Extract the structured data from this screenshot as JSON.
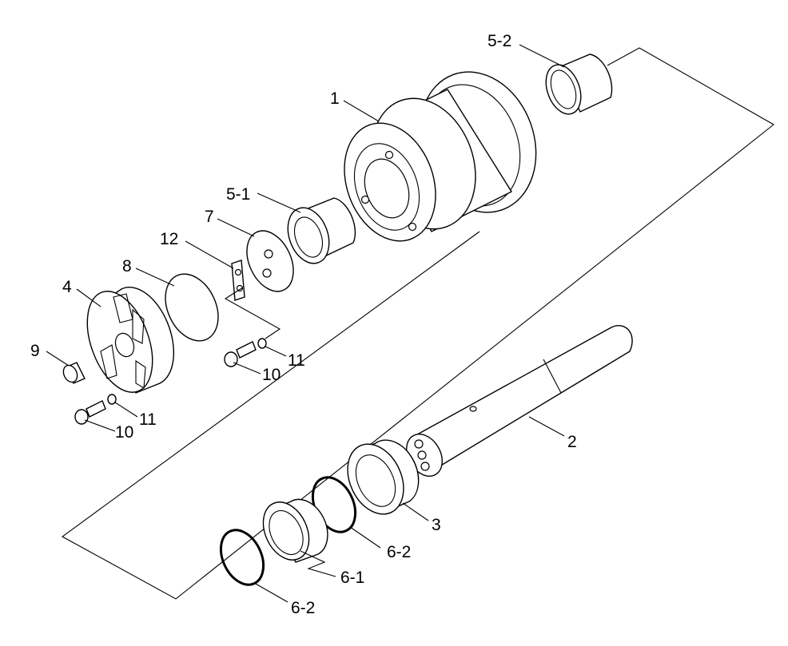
{
  "callouts": [
    {
      "id": "1",
      "label": "1"
    },
    {
      "id": "2",
      "label": "2"
    },
    {
      "id": "3",
      "label": "3"
    },
    {
      "id": "4",
      "label": "4"
    },
    {
      "id": "5-1",
      "label": "5-1"
    },
    {
      "id": "5-2",
      "label": "5-2"
    },
    {
      "id": "6-1",
      "label": "6-1"
    },
    {
      "id": "6-2a",
      "label": "6-2"
    },
    {
      "id": "6-2b",
      "label": "6-2"
    },
    {
      "id": "7",
      "label": "7"
    },
    {
      "id": "8",
      "label": "8"
    },
    {
      "id": "9",
      "label": "9"
    },
    {
      "id": "10a",
      "label": "10"
    },
    {
      "id": "10b",
      "label": "10"
    },
    {
      "id": "11a",
      "label": "11"
    },
    {
      "id": "11b",
      "label": "11"
    },
    {
      "id": "12",
      "label": "12"
    }
  ]
}
